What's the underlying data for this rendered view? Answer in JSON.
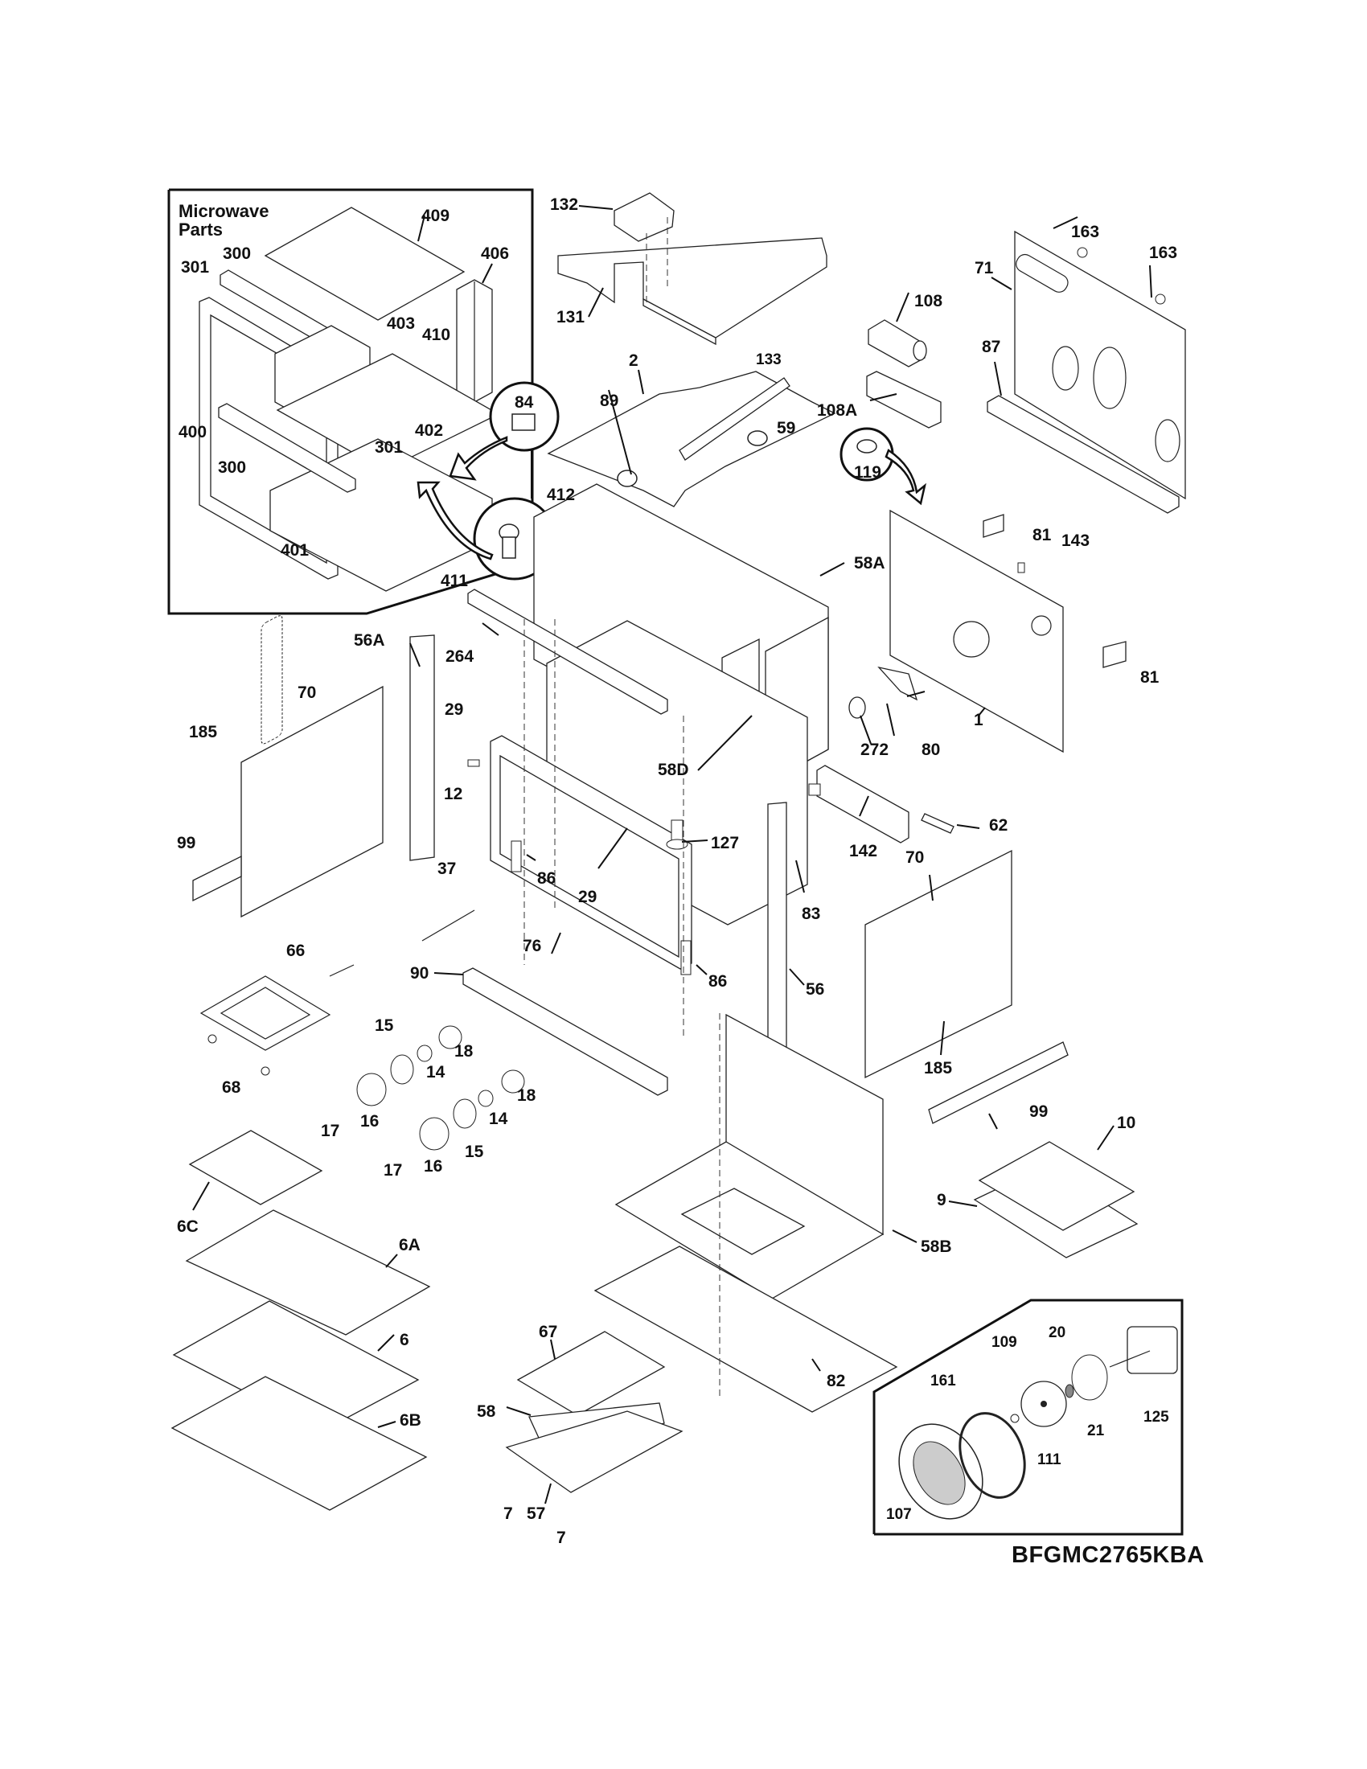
{
  "diagram": {
    "model_number": "BFGMC2765KBA",
    "insets": {
      "microwave": {
        "title_line1": "Microwave",
        "title_line2": "Parts",
        "labels": [
          "409",
          "406",
          "300",
          "301",
          "403",
          "410",
          "400",
          "402",
          "301",
          "300",
          "401",
          "84",
          "412",
          "411"
        ]
      },
      "convection_fan": {
        "labels": [
          "20",
          "109",
          "161",
          "21",
          "125",
          "111",
          "107"
        ]
      }
    },
    "callouts": {
      "p132": "132",
      "p131": "131",
      "p133": "133",
      "p2": "2",
      "p89": "89",
      "p59": "59",
      "p108": "108",
      "p108A": "108A",
      "p119": "119",
      "p163a": "163",
      "p163b": "163",
      "p71": "71",
      "p87": "87",
      "p81a": "81",
      "p81b": "81",
      "p143": "143",
      "p58A": "58A",
      "p1": "1",
      "p80": "80",
      "p272": "272",
      "p264": "264",
      "p56A": "56A",
      "p29a": "29",
      "p12": "12",
      "p58D": "58D",
      "p70a": "70",
      "p185a": "185",
      "p99a": "99",
      "p142": "142",
      "p62": "62",
      "p127": "127",
      "p86a": "86",
      "p29b": "29",
      "p37": "37",
      "p83": "83",
      "p70b": "70",
      "p76": "76",
      "p90": "90",
      "p86b": "86",
      "p56": "56",
      "p66": "66",
      "p185b": "185",
      "p15a": "15",
      "p18a": "18",
      "p14a": "14",
      "p68": "68",
      "p99b": "99",
      "p17a": "17",
      "p16a": "16",
      "p18b": "18",
      "p14b": "14",
      "p15b": "15",
      "p16b": "16",
      "p17b": "17",
      "p10": "10",
      "p9": "9",
      "p6C": "6C",
      "p6A": "6A",
      "p58B": "58B",
      "p6": "6",
      "p6B": "6B",
      "p67": "67",
      "p82": "82",
      "p58": "58",
      "p57": "57",
      "p7a": "7",
      "p7b": "7"
    }
  }
}
